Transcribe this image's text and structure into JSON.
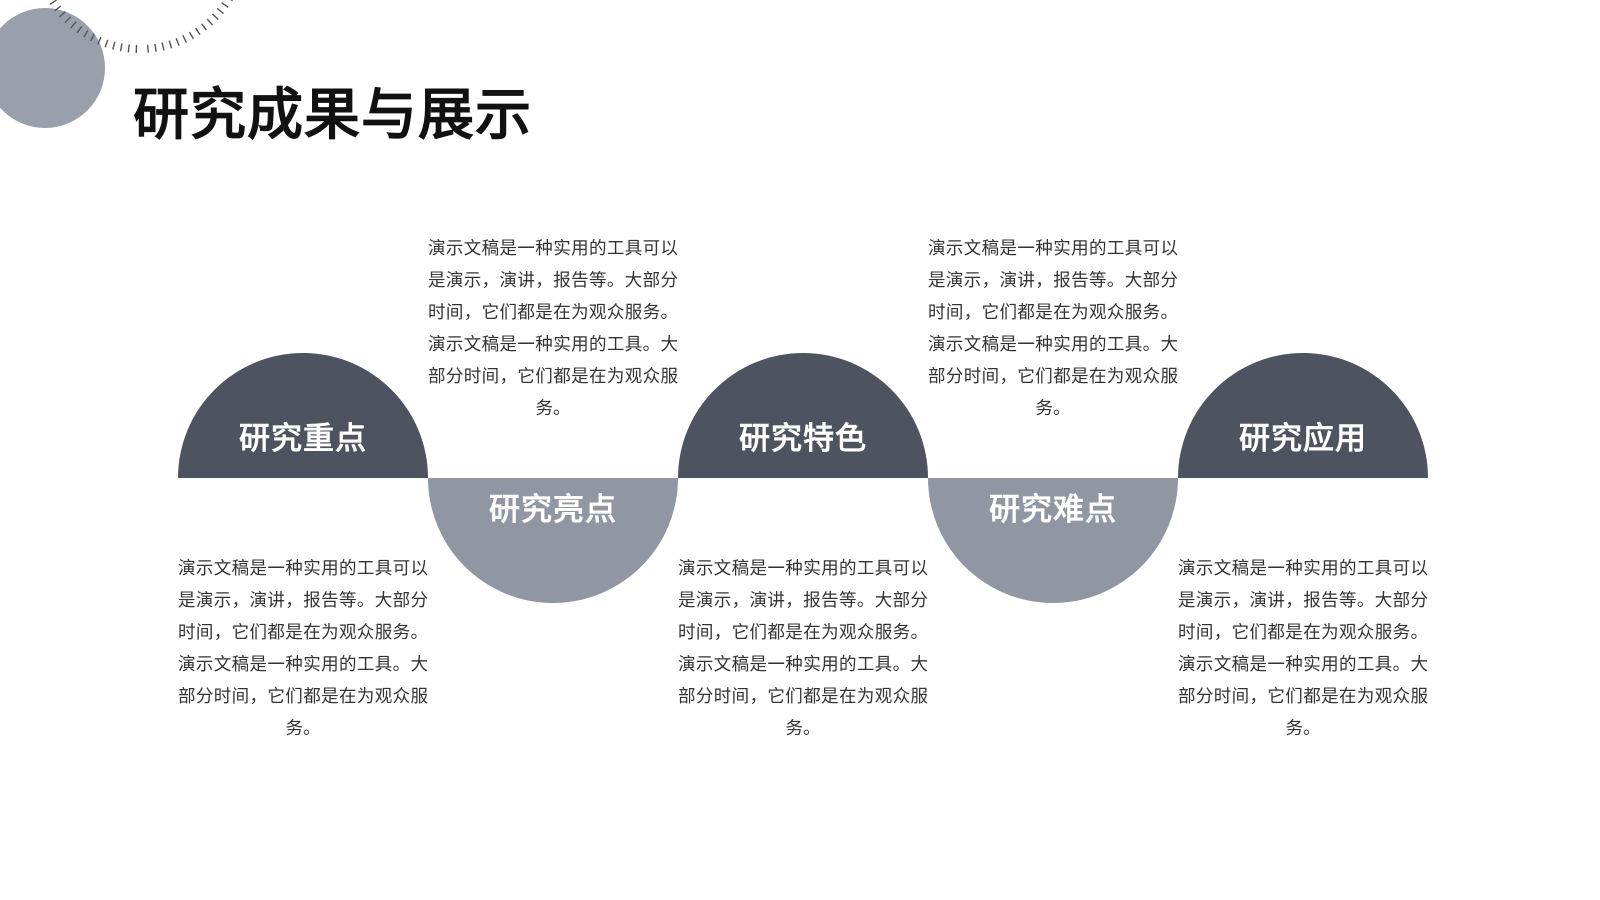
{
  "page": {
    "title": "研究成果与展示"
  },
  "colors": {
    "dark_arc": "#4e5360",
    "light_arc": "#9097a3",
    "decor_circle": "#9aa0ab",
    "tick_marks": "#555555",
    "text": "#333333",
    "title": "#111111"
  },
  "items": [
    {
      "label": "研究重点",
      "shape": "top-semicircle",
      "description": "演示文稿是一种实用的工具可以是演示，演讲，报告等。大部分时间，它们都是在为观众服务。演示文稿是一种实用的工具。大部分时间，它们都是在为观众服务。"
    },
    {
      "label": "研究亮点",
      "shape": "bottom-semicircle",
      "description": "演示文稿是一种实用的工具可以是演示，演讲，报告等。大部分时间，它们都是在为观众服务。演示文稿是一种实用的工具。大部分时间，它们都是在为观众服务。"
    },
    {
      "label": "研究特色",
      "shape": "top-semicircle",
      "description": "演示文稿是一种实用的工具可以是演示，演讲，报告等。大部分时间，它们都是在为观众服务。演示文稿是一种实用的工具。大部分时间，它们都是在为观众服务。"
    },
    {
      "label": "研究难点",
      "shape": "bottom-semicircle",
      "description": "演示文稿是一种实用的工具可以是演示，演讲，报告等。大部分时间，它们都是在为观众服务。演示文稿是一种实用的工具。大部分时间，它们都是在为观众服务。"
    },
    {
      "label": "研究应用",
      "shape": "top-semicircle",
      "description": "演示文稿是一种实用的工具可以是演示，演讲，报告等。大部分时间，它们都是在为观众服务。演示文稿是一种实用的工具。大部分时间，它们都是在为观众服务。"
    }
  ]
}
